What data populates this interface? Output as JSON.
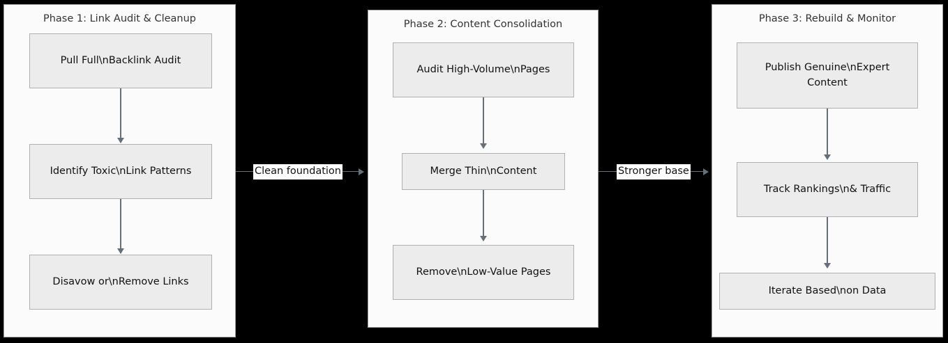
{
  "diagram": {
    "type": "flowchart",
    "orientation": "left-to-right phases, top-to-bottom steps",
    "background_color": "#000000",
    "subgraph_fill": "#fbfbfb",
    "node_fill": "#ececec",
    "node_border": "#b0b0b0",
    "edge_color": "#66707a",
    "title_color": "#333333"
  },
  "phases": [
    {
      "title": "Phase 1: Link Audit & Cleanup",
      "nodes": [
        {
          "label": "Pull Full\\nBacklink Audit"
        },
        {
          "label": "Identify Toxic\\nLink Patterns"
        },
        {
          "label": "Disavow or\\nRemove Links"
        }
      ]
    },
    {
      "title": "Phase 2: Content Consolidation",
      "nodes": [
        {
          "label": "Audit High-Volume\\nPages"
        },
        {
          "label": "Merge Thin\\nContent"
        },
        {
          "label": "Remove\\nLow-Value Pages"
        }
      ]
    },
    {
      "title": "Phase 3: Rebuild & Monitor",
      "nodes": [
        {
          "label": "Publish Genuine\\nExpert Content"
        },
        {
          "label": "Track Rankings\\n& Traffic"
        },
        {
          "label": "Iterate Based\\non Data"
        }
      ]
    }
  ],
  "connectors": [
    {
      "label": "Clean foundation",
      "from": "Phase 1",
      "to": "Phase 2"
    },
    {
      "label": "Stronger base",
      "from": "Phase 2",
      "to": "Phase 3"
    }
  ]
}
